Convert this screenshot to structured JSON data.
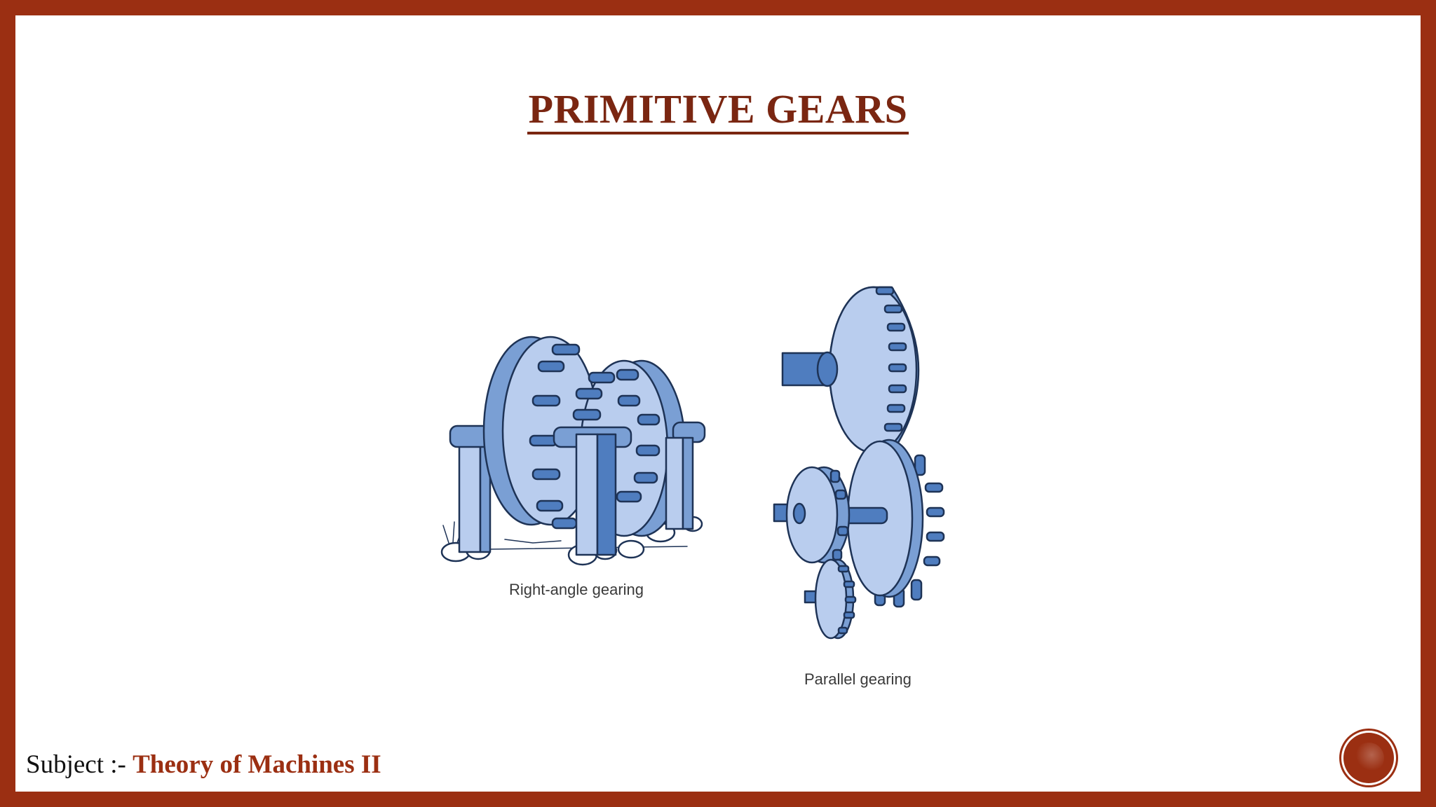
{
  "slide": {
    "title": "PRIMITIVE GEARS",
    "figure": {
      "caption_right": "Right-angle gearing",
      "caption_parallel": "Parallel gearing"
    },
    "footer": {
      "prefix": "Subject :- ",
      "subject": "Theory of Machines II"
    }
  },
  "colors": {
    "frame": "#9b2f12",
    "title": "#7a2611",
    "gear_fill": "#b9cdee",
    "gear_rim": "#7a9fd4",
    "peg": "#4f7dbf",
    "outline": "#1e3356"
  }
}
